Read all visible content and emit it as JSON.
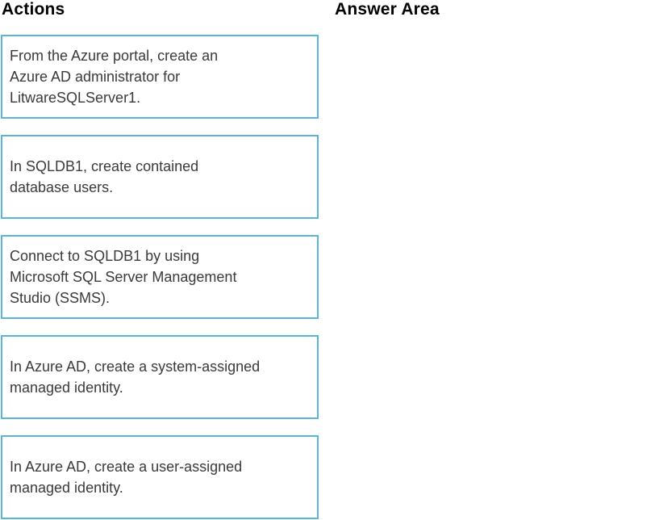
{
  "headers": {
    "actions": "Actions",
    "answer_area": "Answer Area"
  },
  "actions": [
    {
      "label": "From the Azure portal, create an\nAzure AD administrator for\nLitwareSQLServer1."
    },
    {
      "label": "In SQLDB1, create contained\ndatabase users."
    },
    {
      "label": "Connect to SQLDB1 by using\nMicrosoft SQL Server Management\nStudio (SSMS)."
    },
    {
      "label": "In Azure AD, create a system-assigned\nmanaged identity."
    },
    {
      "label": "In Azure AD, create a user-assigned\nmanaged identity."
    }
  ],
  "answer_area": {
    "items": []
  },
  "colors": {
    "card_border": "#59b4d9",
    "card_text": "#3a3a3a",
    "header_text": "#000000",
    "background": "#ffffff"
  }
}
